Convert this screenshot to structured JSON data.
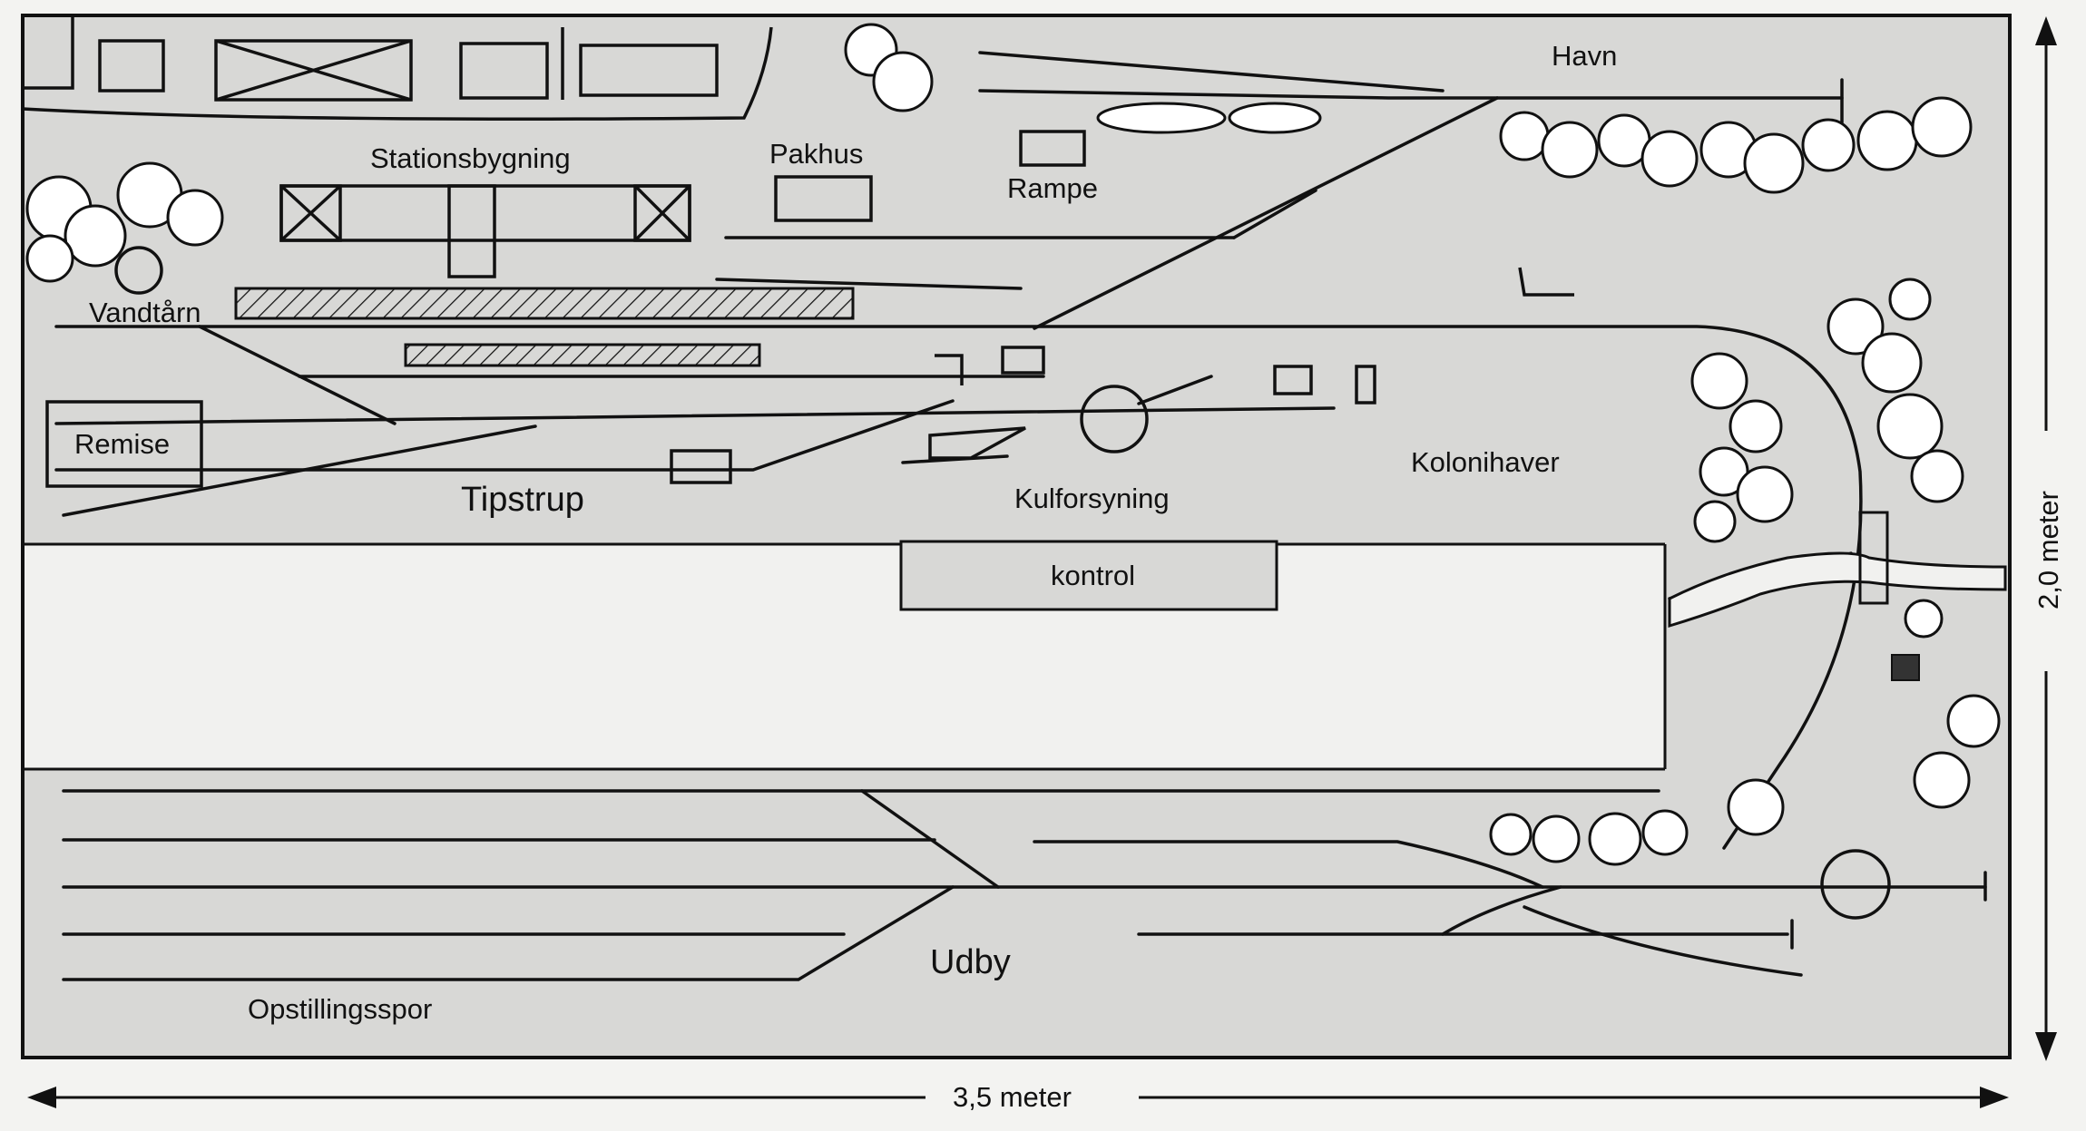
{
  "labels": {
    "havn": "Havn",
    "stationsbygning": "Stationsbygning",
    "pakhus": "Pakhus",
    "rampe": "Rampe",
    "vandtaarn": "Vandtårn",
    "remise": "Remise",
    "tipstrup": "Tipstrup",
    "kulforsyning": "Kulforsyning",
    "kolonihaver": "Kolonihaver",
    "kontrol": "kontrol",
    "udby": "Udby",
    "opstillingsspor": "Opstillingsspor"
  },
  "dimensions": {
    "width": "3,5 meter",
    "height": "2,0 meter"
  },
  "colors": {
    "layout_fill": "#d8d8d6",
    "line": "#111111",
    "tree_fill": "#ffffff",
    "background": "#f3f3f1"
  }
}
